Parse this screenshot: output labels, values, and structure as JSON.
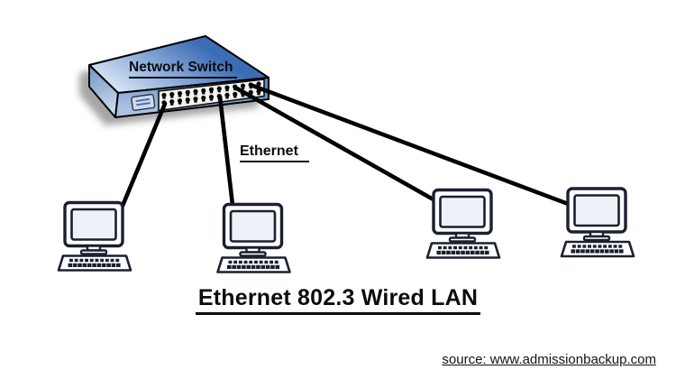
{
  "page": {
    "background": "#ffffff"
  },
  "switch": {
    "label": "Network Switch",
    "port_rows": 2,
    "ports_per_row": 13,
    "colors": {
      "top_face_start": "#3c6db4",
      "top_face_end": "#dce8f6",
      "left_face_start": "#6b90c4",
      "left_face_end": "#d8e5f3",
      "front_face_start": "#5f89c3",
      "front_face_end": "#a9c2e2",
      "port_panel": "#f5f4f1",
      "vent_panel": "#c9daee",
      "vent_lines": "#4a6fa8",
      "port": "#0a0a0a",
      "outline": "#000000",
      "shadow": "#8f8f8f"
    }
  },
  "labels": {
    "ethernet": "Ethernet",
    "title": "Ethernet 802.3 Wired LAN",
    "source": "source: www.admissionbackup.com"
  },
  "network": {
    "cable_color": "#000000",
    "cable_count": 4,
    "computers": [
      {
        "id": "computer-1",
        "icon": "desktop-computer-icon"
      },
      {
        "id": "computer-2",
        "icon": "desktop-computer-icon"
      },
      {
        "id": "computer-3",
        "icon": "desktop-computer-icon"
      },
      {
        "id": "computer-4",
        "icon": "desktop-computer-icon"
      }
    ],
    "computer_colors": {
      "outline": "#1a2030",
      "screen": "#edf2f8",
      "body": "#ffffff"
    }
  }
}
